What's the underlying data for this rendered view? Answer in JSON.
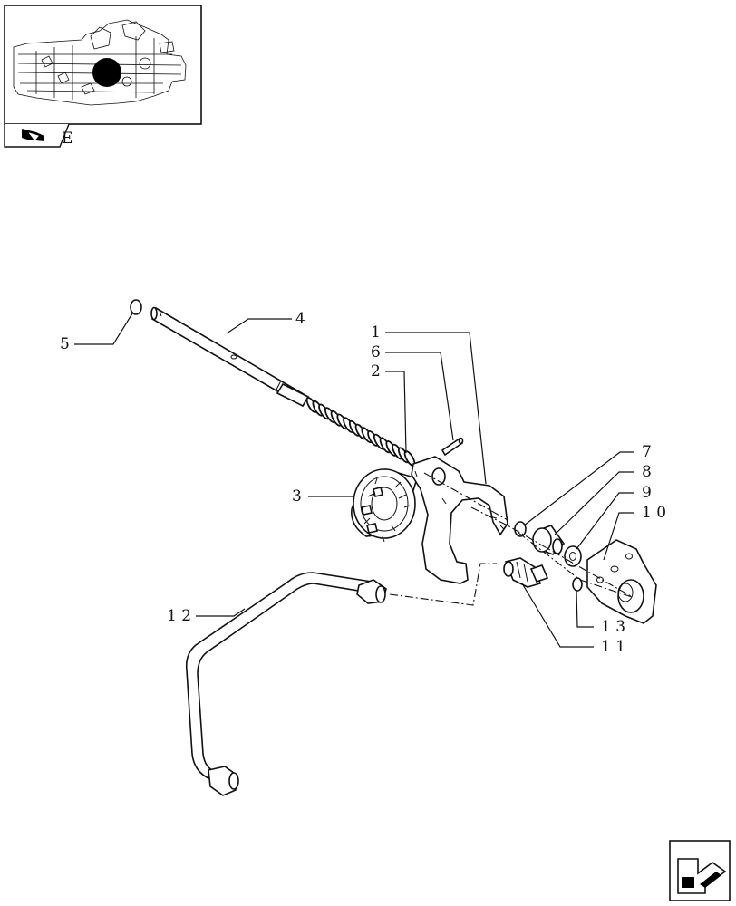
{
  "thumbnail": {
    "section_code": "E"
  },
  "callouts": {
    "c1": "1",
    "c2": "2",
    "c3": "3",
    "c4": "4",
    "c5": "5",
    "c6": "6",
    "c7": "7",
    "c8": "8",
    "c9": "9",
    "c10": "1 0",
    "c11": "1 1",
    "c12": "1 2",
    "c13": "1 3"
  },
  "nav_icons": {
    "top": "book-arrow-icon",
    "bottom": "arrow-back-icon"
  }
}
